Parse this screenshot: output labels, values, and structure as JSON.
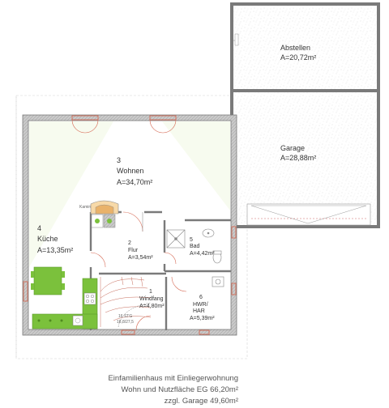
{
  "rooms": {
    "abstellen": {
      "name": "Abstellen",
      "area": "A=20,72m²"
    },
    "garage": {
      "name": "Garage",
      "area": "A=28,88m²"
    },
    "wohnen": {
      "number": "3",
      "name": "Wohnen",
      "area": "A=34,70m²"
    },
    "kueche": {
      "number": "4",
      "name": "Küche",
      "area": "A=13,35m²"
    },
    "flur": {
      "number": "2",
      "name": "Flur",
      "area": "A=3,54m²"
    },
    "bad": {
      "number": "5",
      "name": "Bad",
      "area": "A=4,42m²"
    },
    "windfang": {
      "number": "1",
      "name": "Windfang",
      "area": "A=4,80m²"
    },
    "hwr": {
      "number": "6",
      "name_line1": "HWR/",
      "name_line2": "HAR",
      "area": "A=5,39m²"
    }
  },
  "labels": {
    "kamin": "Kamin",
    "stair_a": "16 STG",
    "stair_b": "18,8/27,5"
  },
  "caption": {
    "line1": "Einfamilienhaus mit Einliegerwohnung",
    "line2": "Wohn und Nutzfläche EG 66,20m²",
    "line3": "zzgl. Garage 49,60m²"
  },
  "colors": {
    "wall": "#7a7a7a",
    "kitchen_green": "#7bc13c",
    "dim_line": "#cfcfcf",
    "garage_texture": "#b5b5b5",
    "window": "#d66a55"
  }
}
